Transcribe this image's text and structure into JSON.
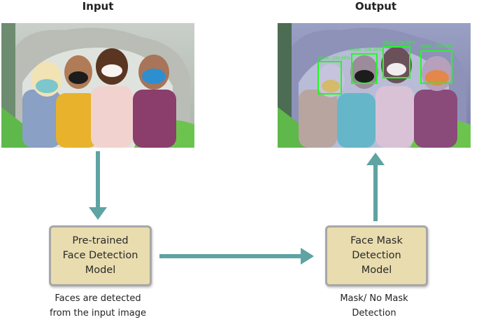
{
  "headings": {
    "input": "Input",
    "output": "Output"
  },
  "boxes": {
    "face_detection": "Pre-trained\nFace Detection\nModel",
    "mask_detection": "Face Mask\nDetection\nModel"
  },
  "captions": {
    "left": "Faces are detected\nfrom the input image",
    "right": "Mask/ No Mask\nDetection"
  },
  "detections": [
    {
      "label": "Mask: 100.00%"
    },
    {
      "label": "Mask: 100.00%"
    },
    {
      "label": "Mask: 100.00%"
    },
    {
      "label": "Mask: 100.00%"
    }
  ],
  "colors": {
    "arrow": "#5fa3a3",
    "box_fill": "#e9dcae",
    "box_border": "#a7a7a7",
    "detection": "#19ff19"
  }
}
